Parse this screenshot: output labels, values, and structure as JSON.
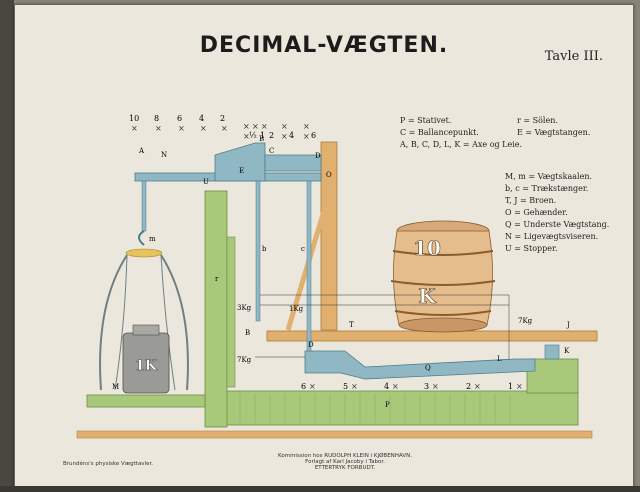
{
  "title": "DECIMAL-VÆGTEN.",
  "plate": "Tavle III.",
  "legend_left": [
    "P = Stativet.",
    "C = Ballancepunkt.",
    "A, B, C, D, L, K = Axe og Leie."
  ],
  "legend_right_top": [
    "r = Sölen.",
    "E = Vægtstangen."
  ],
  "legend_right": [
    "M, m = Vægtskaalen.",
    "b, c = Trækstænger.",
    "T, J = Broen.",
    "O = Gehænder.",
    "Q = Underste Vægtstang.",
    "N = Ligevægtsviseren.",
    "U = Stopper."
  ],
  "scale_left": [
    "10",
    "8",
    "6",
    "4",
    "2"
  ],
  "scale_right": [
    "1",
    "2",
    "4",
    "6"
  ],
  "scale_right_half": "½",
  "bottom_scale": [
    "6",
    "5",
    "4",
    "3",
    "2",
    "1"
  ],
  "letters": {
    "A": "A",
    "N": "N",
    "C": "C",
    "B": "B",
    "D": "D",
    "E": "E",
    "U": "U",
    "m": "m",
    "r": "r",
    "b": "b",
    "c": "c",
    "O": "O",
    "T": "T",
    "J": "J",
    "Q": "Q",
    "L": "L",
    "K": "K",
    "M": "M",
    "P": "P",
    "B2": "B",
    "D2": "D"
  },
  "weights": {
    "w3": "3Kg",
    "w7": "7Kg",
    "w7b": "7Kg",
    "w1": "1Kg",
    "weight_label": "1K",
    "barrel_top": "10",
    "barrel_bottom": "K"
  },
  "footer_left": "Brundéns's physiske Vægttavler.",
  "footer_center": [
    "Kommission hos RUDOLPH KLEIN i KJØBENHAVN.",
    "Forlagt af Karl Jacoby i Tabor.",
    "ETTERTRYK FORBUDT."
  ],
  "colors": {
    "green": "#a9c97a",
    "blue": "#8fb8c4",
    "wood": "#e2b06e",
    "paper": "#ebe7dc"
  }
}
